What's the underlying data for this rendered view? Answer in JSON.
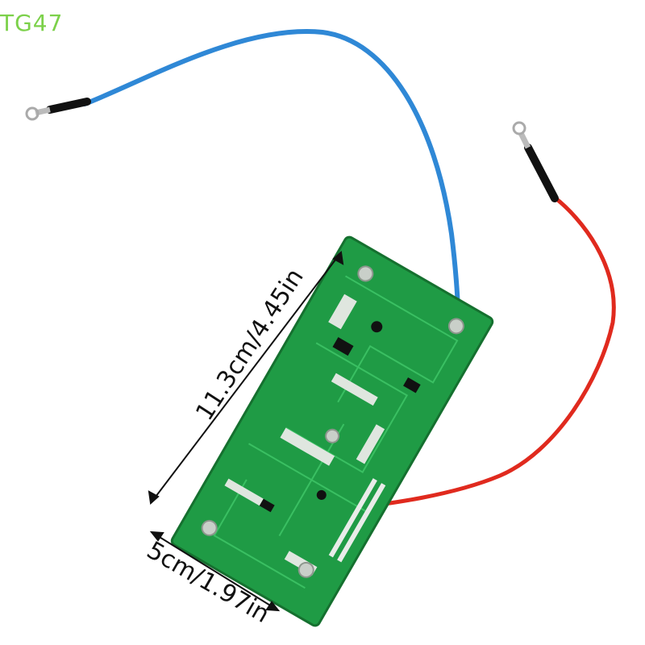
{
  "watermark": "TG47",
  "dimensions": {
    "length_label": "11.3cm/4.45in",
    "width_label": "5cm/1.97in"
  },
  "colors": {
    "pcb": "#1f9b45",
    "blue_wire": "#2f88d6",
    "red_wire": "#e02a1e",
    "watermark": "#7cd14a"
  }
}
